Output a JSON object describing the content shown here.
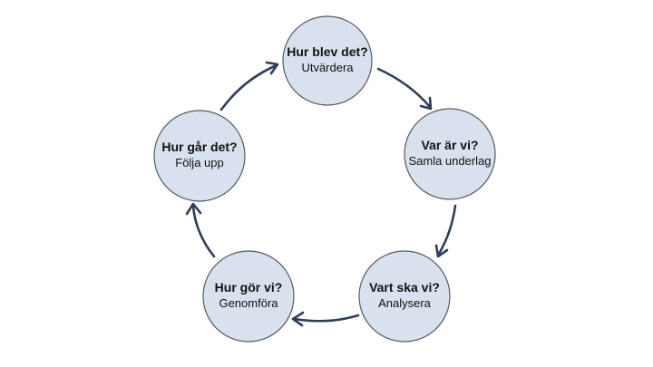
{
  "cycle": {
    "nodes": [
      {
        "title": "Hur blev det?",
        "subtitle": "Utvärdera"
      },
      {
        "title": "Var är vi?",
        "subtitle": "Samla underlag"
      },
      {
        "title": "Vart ska vi?",
        "subtitle": "Analysera"
      },
      {
        "title": "Hur gör vi?",
        "subtitle": "Genomföra"
      },
      {
        "title": "Hur går det?",
        "subtitle": "Följa upp"
      }
    ],
    "colors": {
      "node_fill": "#d9e1ee",
      "node_stroke": "#555a63",
      "arrow": "#2e3e57",
      "text": "#111111"
    }
  }
}
